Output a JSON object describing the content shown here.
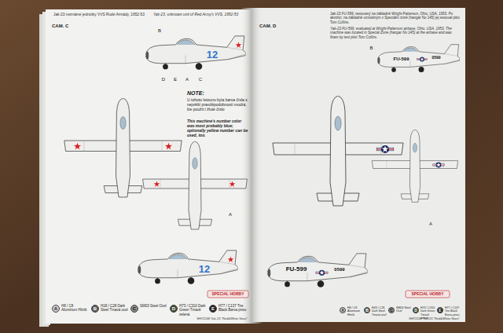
{
  "diagram": {
    "labels": [
      "Jak-23 neznámé jednotky VVS Rudé Armády, 1952-53",
      "Yak-23, unknown unit of Red Army's VVS, 1952-53",
      "CAM. C",
      "B",
      "12",
      "D",
      "E",
      "A",
      "C",
      "NOTE:",
      "U tohoto letounu byla barva čísla s největší pravděpodobností modrá, lze použít i žluté číslo",
      "This machine's number color was most probably blue; optionally yellow number can be used, too.",
      "A",
      "12",
      "SPECIAL HOBBY",
      "SH72248 Yak-23 \"Red&White Stars\"",
      "Jak-23 FU-599, testovaný na základně Wright-Patterson, Ohio, USA, 1953. Po akvizici, na základně umístěným v Speciální zóně (hangár No 145) jej testoval pilot Tom Collins.",
      "Yak-23 FU-599, evaluated at Wright-Patterson airbase, Ohio, USA, 1953. The machine was located in Special Zone (hangar No 145) at the airbase and was flown by test pilot Tom Collins.",
      "CAM. D",
      "B",
      "0599",
      "FU-599",
      "0599",
      "FU-599",
      "A",
      "SPECIAL HOBBY",
      "SH72248 Yak-23 \"Red&White Stars\"",
      "A",
      "B",
      "C",
      "D",
      "E",
      "A",
      "B",
      "C",
      "D",
      "E"
    ],
    "legend": [
      {
        "text": "H8 / C8 Aluminum Hliník",
        "color": "#c9c9c9"
      },
      {
        "text": "H18 / C28 Dark Steel Tmavá ocel",
        "color": "#5a5a5a"
      },
      {
        "text": "SM03 Steel Ocel",
        "color": "#8c8c8c"
      },
      {
        "text": "H73 / C310 Dark Green Tmavě zelená",
        "color": "#3f4d33"
      },
      {
        "text": "H77 / C137 Tire Black Barva pneu",
        "color": "#222222"
      },
      {
        "text": "H8 / C8 Aluminum Hliník",
        "color": "#c9c9c9"
      },
      {
        "text": "H18 / C28 Dark Steel Tmavá ocel",
        "color": "#5a5a5a"
      },
      {
        "text": "SM03 Steel Ocel",
        "color": "#8c8c8c"
      },
      {
        "text": "H73 / C310 Dark Green Tmavě zelená",
        "color": "#3f4d33"
      },
      {
        "text": "H77 / C137 Tire Black Barva pneu",
        "color": "#222222"
      }
    ]
  }
}
